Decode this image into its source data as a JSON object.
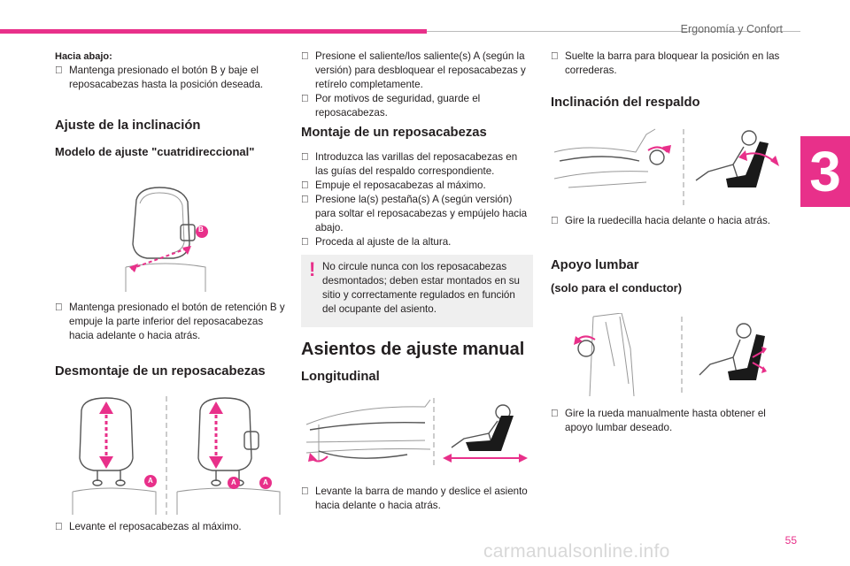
{
  "header": {
    "section": "Ergonomía y Confort",
    "chapter": "3",
    "page": "55"
  },
  "watermark": "carmanualsonline.info",
  "col1": {
    "down_label": "Hacia abajo:",
    "down_bullet": "Mantenga presionado el botón B y baje el reposacabezas hasta la posición deseada.",
    "incl_title": "Ajuste de la inclinación",
    "model_title": "Modelo de ajuste \"cuatridireccional\"",
    "fig_label_b": "B",
    "incl_bullet": "Mantenga presionado el botón de retención B y empuje la parte inferior del reposacabezas hacia adelante o hacia atrás.",
    "remove_title": "Desmontaje de un reposacabezas",
    "fig_label_a1": "A",
    "fig_label_a2": "A",
    "fig_label_a3": "A",
    "remove_bullet": "Levante el reposacabezas al máximo."
  },
  "col2": {
    "remove_bullets": [
      "Presione el saliente/los saliente(s) A (según la versión) para desbloquear el reposacabezas y retírelo completamente.",
      "Por motivos de seguridad, guarde el reposacabezas."
    ],
    "mount_title": "Montaje de un reposacabezas",
    "mount_bullets": [
      "Introduzca las varillas del reposacabezas en las guías del respaldo correspondiente.",
      "Empuje el reposacabezas al máximo.",
      "Presione la(s) pestaña(s) A (según versión) para soltar el reposacabezas y empújelo hacia abajo.",
      "Proceda al ajuste de la altura."
    ],
    "warning": "No circule nunca con los reposacabezas desmontados; deben estar montados en su sitio y correctamente regulados en función del ocupante del asiento.",
    "manual_title": "Asientos de ajuste manual",
    "long_title": "Longitudinal",
    "long_bullet": "Levante la barra de mando y deslice el asiento hacia delante o hacia atrás."
  },
  "col3": {
    "release_bullet": "Suelte la barra para bloquear la posición en las correderas.",
    "recline_title": "Inclinación del respaldo",
    "recline_bullet": "Gire la ruedecilla hacia delante o hacia atrás.",
    "lumbar_title": "Apoyo lumbar",
    "lumbar_sub": "(solo para el conductor)",
    "lumbar_bullet": "Gire la rueda manualmente hasta obtener el apoyo lumbar deseado."
  },
  "colors": {
    "accent": "#e8308a",
    "warning_bg": "#efefef"
  }
}
